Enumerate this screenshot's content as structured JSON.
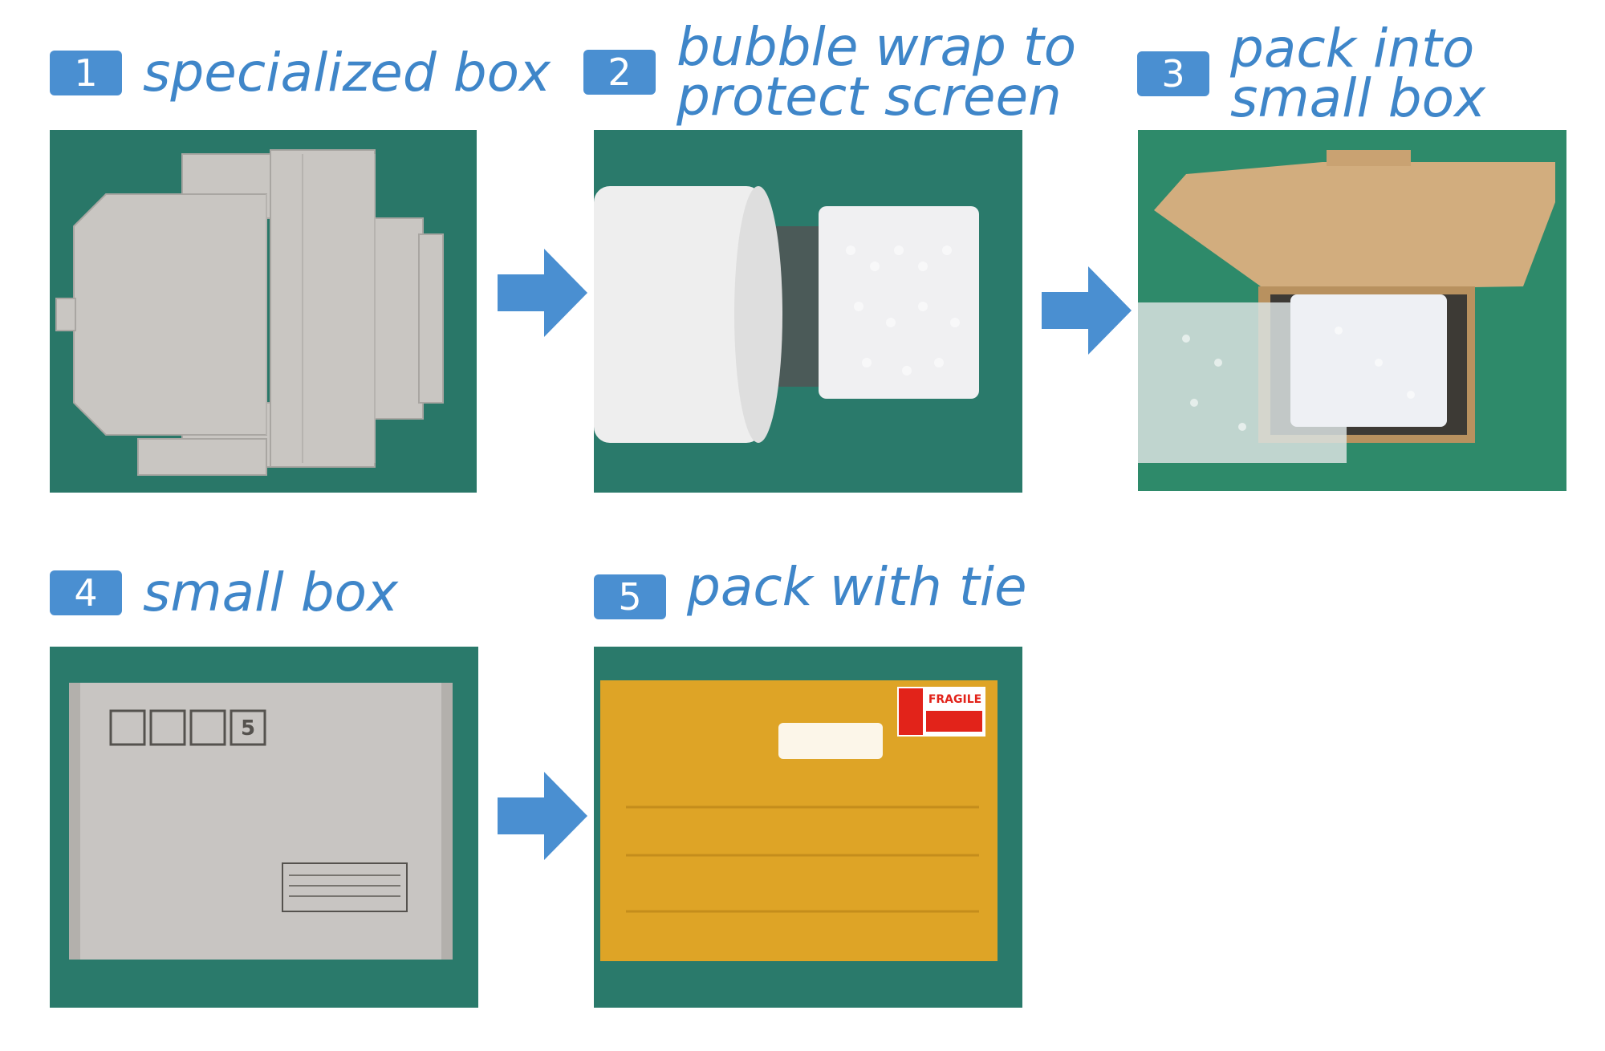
{
  "colors": {
    "accent": "#4a8fd1",
    "caption_text": "#3f86c9",
    "mat_green": "#2a7a6b"
  },
  "steps": [
    {
      "number": "1",
      "caption_lines": [
        "specialized box"
      ]
    },
    {
      "number": "2",
      "caption_lines": [
        "bubble wrap to",
        "protect screen"
      ]
    },
    {
      "number": "3",
      "caption_lines": [
        "pack into",
        "small box"
      ]
    },
    {
      "number": "4",
      "caption_lines": [
        "small box"
      ]
    },
    {
      "number": "5",
      "caption_lines": [
        "pack with tie"
      ]
    }
  ],
  "photo_labels": {
    "step5_sticker": "FRAGILE",
    "step4_stack_mark": "5"
  },
  "icons": {
    "arrow": "arrow-right-icon"
  }
}
